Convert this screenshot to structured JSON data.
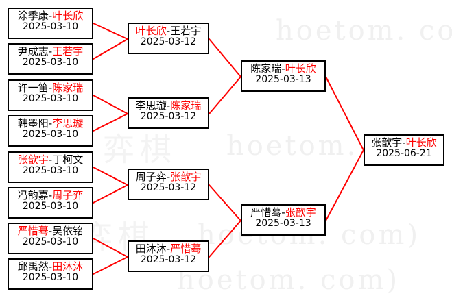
{
  "watermark": {
    "text_latin": "hoetom. com)",
    "text_cn": "弈棋",
    "color": "#f0f0f0"
  },
  "theme": {
    "winner_color": "#ff0000",
    "loser_color": "#000000",
    "box_border_color": "#000000",
    "connector_color": "#ff0000",
    "background": "#ffffff"
  },
  "bracket": {
    "rounds": [
      {
        "name": "round-of-16",
        "matches": [
          {
            "left": "涂季康",
            "right": "叶长欣",
            "winner": "right",
            "date": "2025-03-10"
          },
          {
            "left": "尹成志",
            "right": "王若宇",
            "winner": "right",
            "date": "2025-03-10"
          },
          {
            "left": "许一笛",
            "right": "陈家瑞",
            "winner": "right",
            "date": "2025-03-10"
          },
          {
            "left": "韩墨阳",
            "right": "李思璇",
            "winner": "right",
            "date": "2025-03-10"
          },
          {
            "left": "张歆宇",
            "right": "丁柯文",
            "winner": "left",
            "date": "2025-03-10"
          },
          {
            "left": "冯韵嘉",
            "right": "周子弈",
            "winner": "right",
            "date": "2025-03-10"
          },
          {
            "left": "严惜蓦",
            "right": "吴依铭",
            "winner": "left",
            "date": "2025-03-10"
          },
          {
            "left": "邱禹然",
            "right": "田沐沐",
            "winner": "right",
            "date": "2025-03-10"
          }
        ]
      },
      {
        "name": "quarterfinal",
        "matches": [
          {
            "left": "叶长欣",
            "right": "王若宇",
            "winner": "left",
            "date": "2025-03-12"
          },
          {
            "left": "李思璇",
            "right": "陈家瑞",
            "winner": "right",
            "date": "2025-03-12"
          },
          {
            "left": "周子弈",
            "right": "张歆宇",
            "winner": "right",
            "date": "2025-03-12"
          },
          {
            "left": "田沐沐",
            "right": "严惜蓦",
            "winner": "right",
            "date": "2025-03-12"
          }
        ]
      },
      {
        "name": "semifinal",
        "matches": [
          {
            "left": "陈家瑞",
            "right": "叶长欣",
            "winner": "right",
            "date": "2025-03-13"
          },
          {
            "left": "严惜蓦",
            "right": "张歆宇",
            "winner": "right",
            "date": "2025-03-13"
          }
        ]
      },
      {
        "name": "final",
        "matches": [
          {
            "left": "张歆宇",
            "right": "叶长欣",
            "winner": "right",
            "date": "2025-06-21"
          }
        ]
      }
    ]
  }
}
